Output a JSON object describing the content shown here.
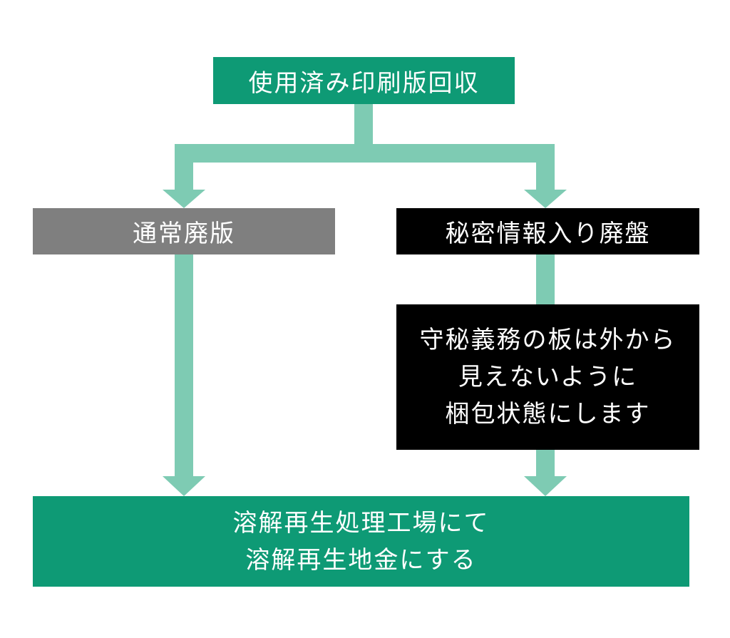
{
  "colors": {
    "primary": "#0e9a75",
    "connector": "#7ecbb3",
    "gray": "#7f7f7f",
    "black": "#000000",
    "text": "#ffffff"
  },
  "nodes": {
    "top": {
      "label": "使用済み印刷版回収"
    },
    "left": {
      "label": "通常廃版"
    },
    "right": {
      "label": "秘密情報入り廃盤"
    },
    "middle": {
      "lines": [
        "守秘義務の板は外から",
        "見えないように",
        "梱包状態にします"
      ]
    },
    "bottom": {
      "lines": [
        "溶解再生処理工場にて",
        "溶解再生地金にする"
      ]
    }
  }
}
